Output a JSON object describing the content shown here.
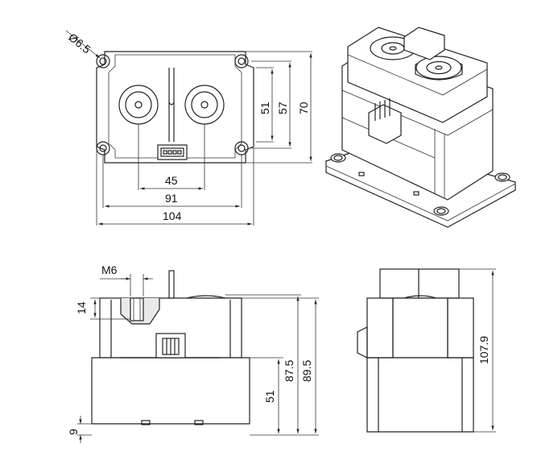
{
  "top_view": {
    "hole_label": "Ø6.5",
    "height_dims": [
      "51",
      "57",
      "70"
    ],
    "width_dims": [
      "45",
      "91",
      "104"
    ]
  },
  "front_view": {
    "thread_label": "M6",
    "thread_depth": "14",
    "height_dims": [
      "51",
      "87.5",
      "89.5"
    ],
    "foot_height": "9"
  },
  "side_view": {
    "total_height": "107.9"
  }
}
